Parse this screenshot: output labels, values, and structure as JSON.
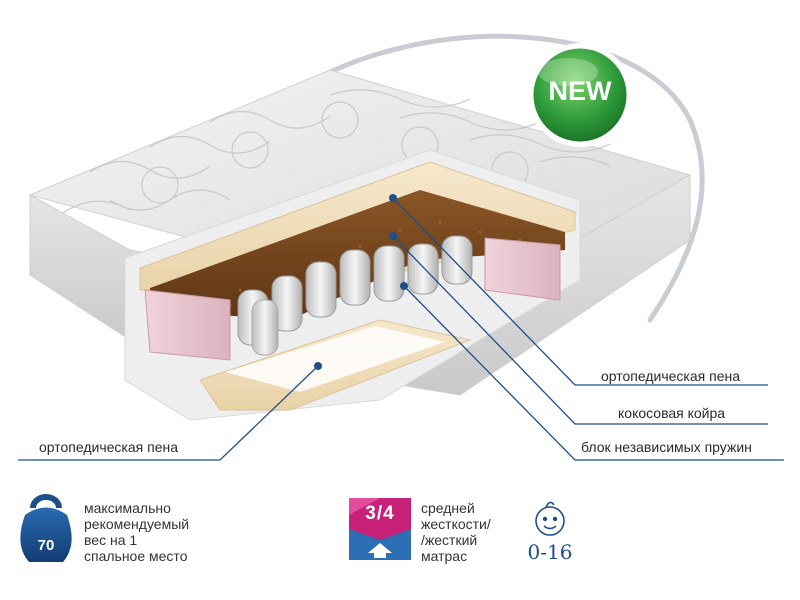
{
  "badge": {
    "text": "NEW",
    "color": "#2e9a3a"
  },
  "callouts": {
    "top_foam": "ортопедическая пена",
    "coconut": "кокосовая койра",
    "springs": "блок независимых пружин",
    "bottom_foam": "ортопедическая пена",
    "line_color": "#1e4f8a"
  },
  "specs": {
    "weight": {
      "icon": "kettlebell-icon",
      "value": "70",
      "lines": [
        "максимально",
        "рекомендуемый",
        "вес на 1",
        "спальное место"
      ]
    },
    "firmness": {
      "icon": "firmness-icon",
      "value": "3/4",
      "lines": [
        "средней",
        "жесткости/",
        "/жесткий",
        "матрас"
      ]
    },
    "age": {
      "icon": "baby-face-icon",
      "value": "0-16"
    }
  },
  "colors": {
    "accent_blue": "#1e4f8a",
    "firmness_magenta": "#c8217a",
    "firmness_blue": "#2d6fb5"
  }
}
